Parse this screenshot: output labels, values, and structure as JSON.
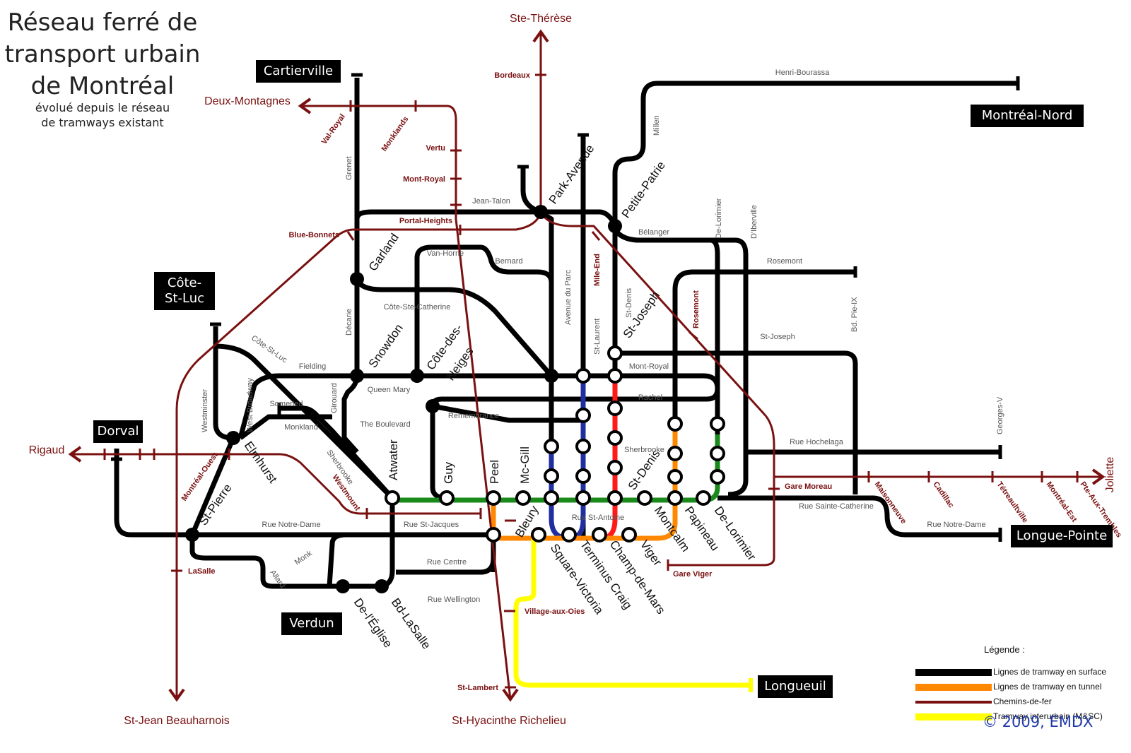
{
  "title": {
    "line1": "Réseau ferré de",
    "line2": "transport urbain",
    "line3": "de Montréal",
    "subtitle1": "évolué depuis le réseau",
    "subtitle2": "de tramways existant"
  },
  "copyright": "© 2009, EMDX",
  "colors": {
    "tram": "#000000",
    "tunnel_orange": "#ff8800",
    "rail": "#7a1010",
    "interurban": "#ffff00",
    "green": "#1a8a1a",
    "blue": "#1f2fa0",
    "red": "#ff1a1a"
  },
  "legend": {
    "title": "Légende :",
    "items": [
      {
        "label": "Lignes de tramway en surface",
        "color": "#000000"
      },
      {
        "label": "Lignes de tramway en tunnel",
        "color": "#ff8800"
      },
      {
        "label": "Chemins-de-fer",
        "color": "#7a1010"
      },
      {
        "label": "Tramway interurbain (M&SC)",
        "color": "#ffff00"
      }
    ]
  },
  "districts": {
    "cartierville": "Cartierville",
    "montreal_nord": "Montréal-Nord",
    "cote_st_luc": "Côte-St-Luc",
    "dorval": "Dorval",
    "verdun": "Verdun",
    "longueuil": "Longueuil",
    "longue_pointe": "Longue-Pointe"
  },
  "rail_terminals": {
    "ste_therese": "Ste-Thérèse",
    "deux_montagnes": "Deux-Montagnes",
    "rigaud": "Rigaud",
    "joliette": "Joliette",
    "st_jean": "St-Jean Beauharnois",
    "st_hyacinthe": "St-Hyacinthe Richelieu"
  },
  "rail_stations": {
    "bordeaux": "Bordeaux",
    "val_royal": "Val-Royal",
    "monklands": "Monklands",
    "vertu": "Vertu",
    "mont_royal": "Mont-Royal",
    "portal_heights": "Portal-Heights",
    "blue_bonnets": "Blue-Bonnets",
    "mile_end": "Mile-End",
    "rosemont": "Rosemont",
    "montreal_ouest": "Montréal-Ouest",
    "westmount": "Westmount",
    "lasalle": "LaSalle",
    "gare_moreau": "Gare Moreau",
    "maisonneuve": "Maisonneuve",
    "cadillac": "Cadillac",
    "tetreaultville": "Tétreaultville",
    "montreal_est": "Montréal-Est",
    "pte_aux_trembles": "Pte-Aux-Trembles",
    "gare_viger": "Gare Viger",
    "village_aux_oies": "Village-aux-Oies",
    "st_lambert": "St-Lambert"
  },
  "stations": {
    "park_avenue": "Park-Avenue",
    "petite_patrie": "Petite-Patrie",
    "garland": "Garland",
    "snowdon": "Snowdon",
    "cote_des_neiges_1": "Côte-des-",
    "cote_des_neiges_2": "Neiges",
    "st_joseph": "St-Joseph",
    "elmhurst": "Elmhurst",
    "st_pierre": "St-Pierre",
    "atwater": "Atwater",
    "guy": "Guy",
    "peel": "Peel",
    "mcgill": "Mc-Gill",
    "bleury": "Bleury",
    "square_victoria": "Square-Victoria",
    "terminus_craig": "Terminus Craig",
    "champ_de_mars": "Champ-de-Mars",
    "viger": "Viger",
    "montcalm": "Montcalm",
    "papineau": "Papineau",
    "de_lorimier": "De-Lorimier",
    "st_denis": "St-Denis",
    "de_l_eglise": "De-l'Église",
    "bd_lasalle": "Bd-LaSalle"
  },
  "streets": {
    "henri_bourassa": "Henri-Bourassa",
    "millen": "Millen",
    "grenet": "Grenet",
    "jean_talon": "Jean-Talon",
    "belanger": "Bélanger",
    "de_lorimier_st": "De-Lorimier",
    "d_iberville": "D'Iberville",
    "rosemont_st": "Rosemont",
    "van_horne": "Van-Horne",
    "bernard": "Bernard",
    "avenue_du_parc": "Avenue du Parc",
    "st_laurent": "St-Laurent",
    "st_denis_st": "St-Denis",
    "cote_ste_catherine": "Côte-Ste-Catherine",
    "decarie": "Décarie",
    "bd_pie_ix": "Bd. Pie-IX",
    "st_joseph_st": "St-Joseph",
    "cote_st_luc_rd": "Côte-St-Luc",
    "fielding": "Fielding",
    "mont_royal_st": "Mont-Royal",
    "rachel": "Rachel",
    "westminster": "Westminster",
    "west_broadway": "West Broadway",
    "somerled": "Somerled",
    "girouard": "Girouard",
    "queen_mary": "Queen Mary",
    "remembrance": "Remembrance",
    "monkland": "Monkland",
    "the_boulevard": "The Boulevard",
    "georges_v": "Georges-V",
    "rue_hochelaga": "Rue Hochelaga",
    "sherbrooke_w": "Sherbrooke",
    "sherbrooke_e": "Sherbrooke",
    "rue_ste_catherine": "Rue Sainte-Catherine",
    "rue_notre_dame_w": "Rue Notre-Dame",
    "rue_st_jacques": "Rue St-Jacques",
    "rue_st_antoine": "Rue St-Antoine",
    "rue_notre_dame_e": "Rue Notre-Dame",
    "monk": "Monk",
    "allard": "Allard",
    "rue_centre": "Rue Centre",
    "rue_wellington": "Rue Wellington"
  }
}
